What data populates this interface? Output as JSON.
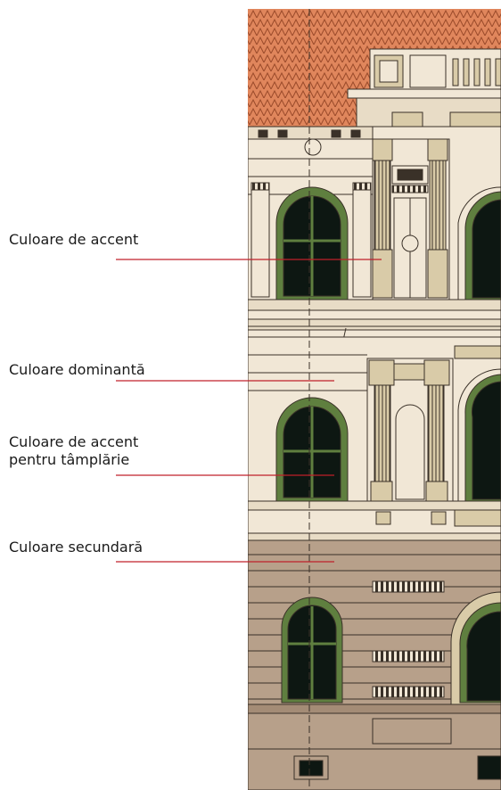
{
  "labels": {
    "accent": "Culoare de accent",
    "dominant": "Culoare dominantă",
    "joinery_line1": "Culoare de accent",
    "joinery_line2": "pentru tâmplărie",
    "secondary": "Culoare secundară"
  },
  "colors": {
    "leader_line": "#c0202a",
    "roof_tile": "#e0865c",
    "roof_line": "#9a4a2a",
    "dominant": "#f1e7d6",
    "accent": "#d9cba8",
    "secondary": "#b7a08a",
    "secondary_dark": "#a48c76",
    "window_frame": "#5f7f3f",
    "window_glass": "#0d1712",
    "outline": "#3a3128"
  }
}
